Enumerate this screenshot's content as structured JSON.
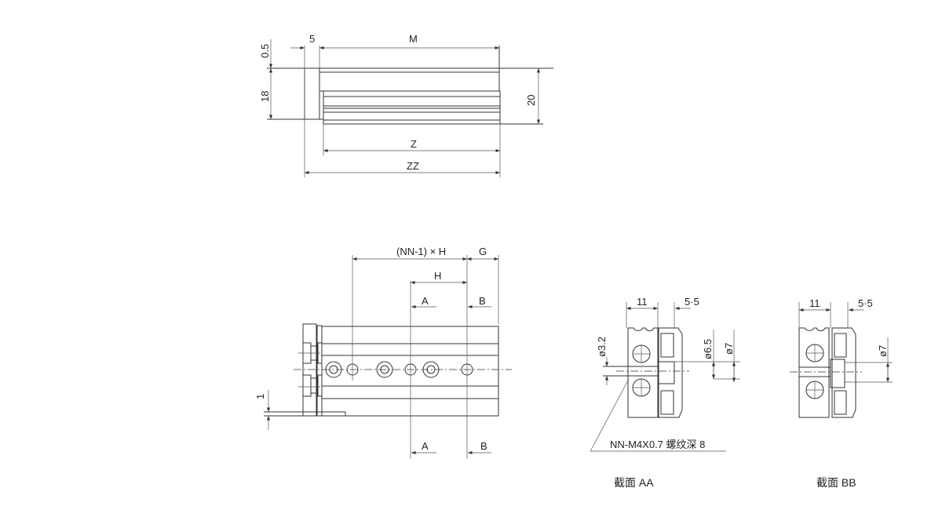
{
  "top_view": {
    "dim_0_5": "0.5",
    "dim_5": "5",
    "dim_M": "M",
    "dim_18": "18",
    "dim_20": "20",
    "dim_Z": "Z",
    "dim_ZZ": "ZZ"
  },
  "front_view": {
    "dim_pitch": "(NN-1) × H",
    "dim_G": "G",
    "dim_H": "H",
    "section_a": "A",
    "section_b": "B",
    "dim_1": "1"
  },
  "section_aa": {
    "dim_11": "11",
    "dim_5_5": "5·5",
    "dim_d3_2": "ø3.2",
    "dim_d6_5": "ø6.5",
    "dim_d7": "ø7",
    "thread_note": "NN-M4X0.7 螺纹深 8",
    "caption": "截面 AA"
  },
  "section_bb": {
    "dim_11": "11",
    "dim_5_5": "5·5",
    "dim_d7": "ø7",
    "caption": "截面 BB"
  }
}
